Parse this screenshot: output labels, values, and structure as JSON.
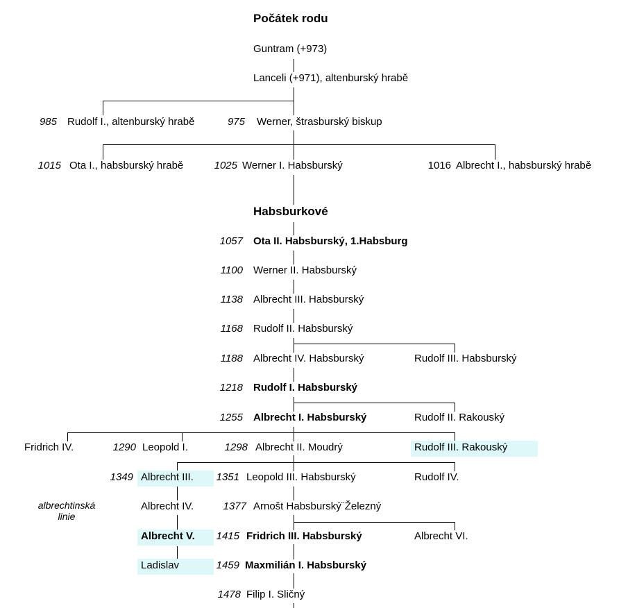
{
  "titles": {
    "top": "Počátek rodu",
    "mid": "Habsburkové"
  },
  "colors": {
    "highlight": "#ddf8f8",
    "line": "#000000",
    "text": "#000000"
  },
  "side_label": {
    "line1": "albrechtinská",
    "line2": "linie"
  },
  "people": {
    "guntram": {
      "text": "Guntram (+973)"
    },
    "lanceli": {
      "text": "Lanceli (+971), altenburský hrabě"
    },
    "rudolf1_altenbursky": {
      "year": "985",
      "name": "Rudolf I., altenburský hrabě"
    },
    "werner_biskup": {
      "year": "975",
      "name": "Werner, štrasburský biskup"
    },
    "ota1": {
      "year": "1015",
      "name": "Ota I., habsburský hrabě"
    },
    "werner1": {
      "year": "1025",
      "name": "Werner I. Habsburský"
    },
    "albrecht1_hrabe": {
      "year": "1016",
      "name": "Albrecht I., habsburský hrabě"
    },
    "ota2": {
      "year": "1057",
      "name": "Ota II. Habsburský, 1.Habsburg"
    },
    "werner2": {
      "year": "1100",
      "name": "Werner II. Habsburský"
    },
    "albrecht3_habsbursky": {
      "year": "1138",
      "name": "Albrecht III. Habsburský"
    },
    "rudolf2_habsbursky": {
      "year": "1168",
      "name": "Rudolf II. Habsburský"
    },
    "albrecht4_habsbursky": {
      "year": "1188",
      "name": "Albrecht IV. Habsburský"
    },
    "rudolf3_habsbursky": {
      "name": "Rudolf III. Habsburský"
    },
    "rudolf1_habsbursky": {
      "year": "1218",
      "name": "Rudolf I. Habsburský"
    },
    "albrecht1_habsbursky": {
      "year": "1255",
      "name": "Albrecht I. Habsburský"
    },
    "rudolf2_rakousky": {
      "name": "Rudolf II. Rakouský"
    },
    "fridrich4": {
      "name": "Fridrich IV."
    },
    "leopold1": {
      "year": "1290",
      "name": "Leopold I."
    },
    "albrecht2_moudry": {
      "year": "1298",
      "name": "Albrecht II. Moudrý"
    },
    "rudolf3_rakousky": {
      "name": "Rudolf III. Rakouský"
    },
    "albrecht3": {
      "year": "1349",
      "name": "Albrecht III."
    },
    "leopold3": {
      "year": "1351",
      "name": "Leopold III. Habsburský"
    },
    "rudolf4": {
      "name": "Rudolf IV."
    },
    "albrecht4": {
      "name": "Albrecht IV."
    },
    "arnost": {
      "year": "1377",
      "name": "Arnošt Habsburský¨Železný"
    },
    "albrecht5": {
      "name": "Albrecht V."
    },
    "fridrich3": {
      "year": "1415",
      "name": "Fridrich III. Habsburský"
    },
    "albrecht6": {
      "name": "Albrecht VI."
    },
    "ladislav": {
      "name": "Ladislav"
    },
    "maxmilian1": {
      "year": "1459",
      "name": "Maxmilián I. Habsburský"
    },
    "filip1": {
      "year": "1478",
      "name": "Filip I. Sličný"
    }
  }
}
